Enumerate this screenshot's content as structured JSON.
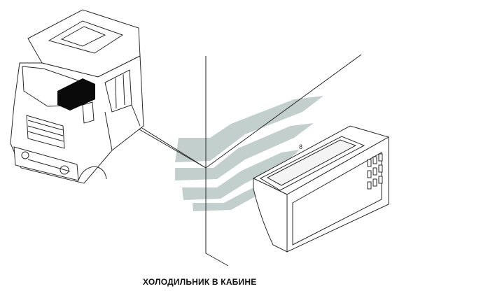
{
  "caption": "ХОЛОДИЛЬНИК В КАБИНЕ",
  "callout_number": "8",
  "colors": {
    "line": "#2a2a2a",
    "highlight": "#0a0a0a",
    "watermark": "#b8c7c4"
  },
  "parts": {
    "truck": "truck-cab-icon",
    "fridge": "refrigerator-icon",
    "watermark": "watermark-logo"
  }
}
